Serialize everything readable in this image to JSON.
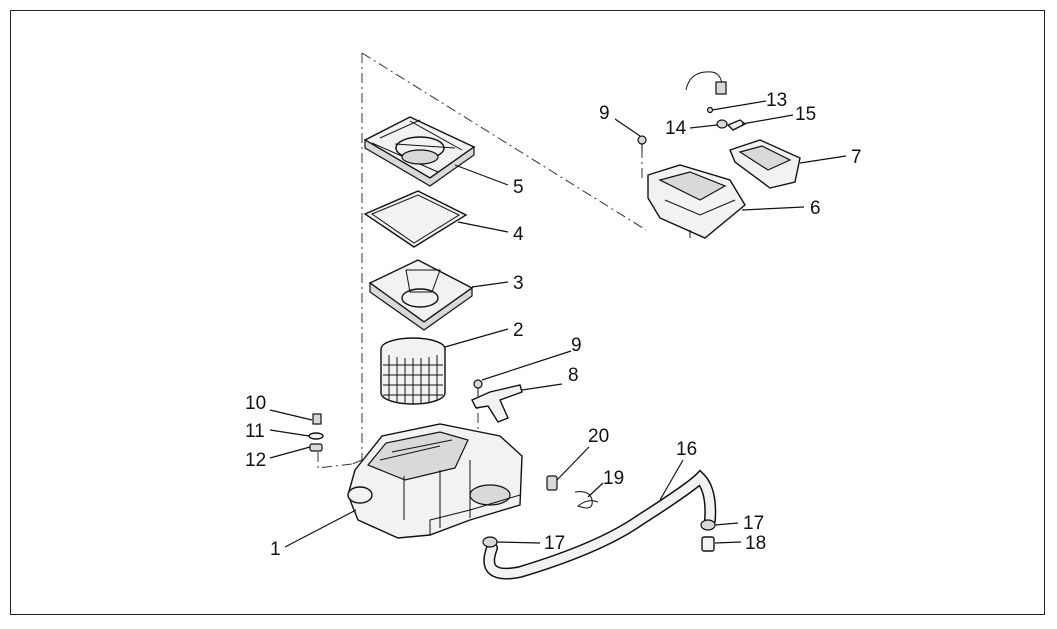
{
  "diagram": {
    "labels": [
      {
        "id": "1",
        "text": "1"
      },
      {
        "id": "2",
        "text": "2"
      },
      {
        "id": "3",
        "text": "3"
      },
      {
        "id": "4",
        "text": "4"
      },
      {
        "id": "5",
        "text": "5"
      },
      {
        "id": "6",
        "text": "6"
      },
      {
        "id": "7",
        "text": "7"
      },
      {
        "id": "8",
        "text": "8"
      },
      {
        "id": "9a",
        "text": "9"
      },
      {
        "id": "9b",
        "text": "9"
      },
      {
        "id": "10",
        "text": "10"
      },
      {
        "id": "11",
        "text": "11"
      },
      {
        "id": "12",
        "text": "12"
      },
      {
        "id": "13",
        "text": "13"
      },
      {
        "id": "14",
        "text": "14"
      },
      {
        "id": "15",
        "text": "15"
      },
      {
        "id": "16",
        "text": "16"
      },
      {
        "id": "17a",
        "text": "17"
      },
      {
        "id": "17b",
        "text": "17"
      },
      {
        "id": "18",
        "text": "18"
      },
      {
        "id": "19",
        "text": "19"
      },
      {
        "id": "20",
        "text": "20"
      }
    ]
  }
}
